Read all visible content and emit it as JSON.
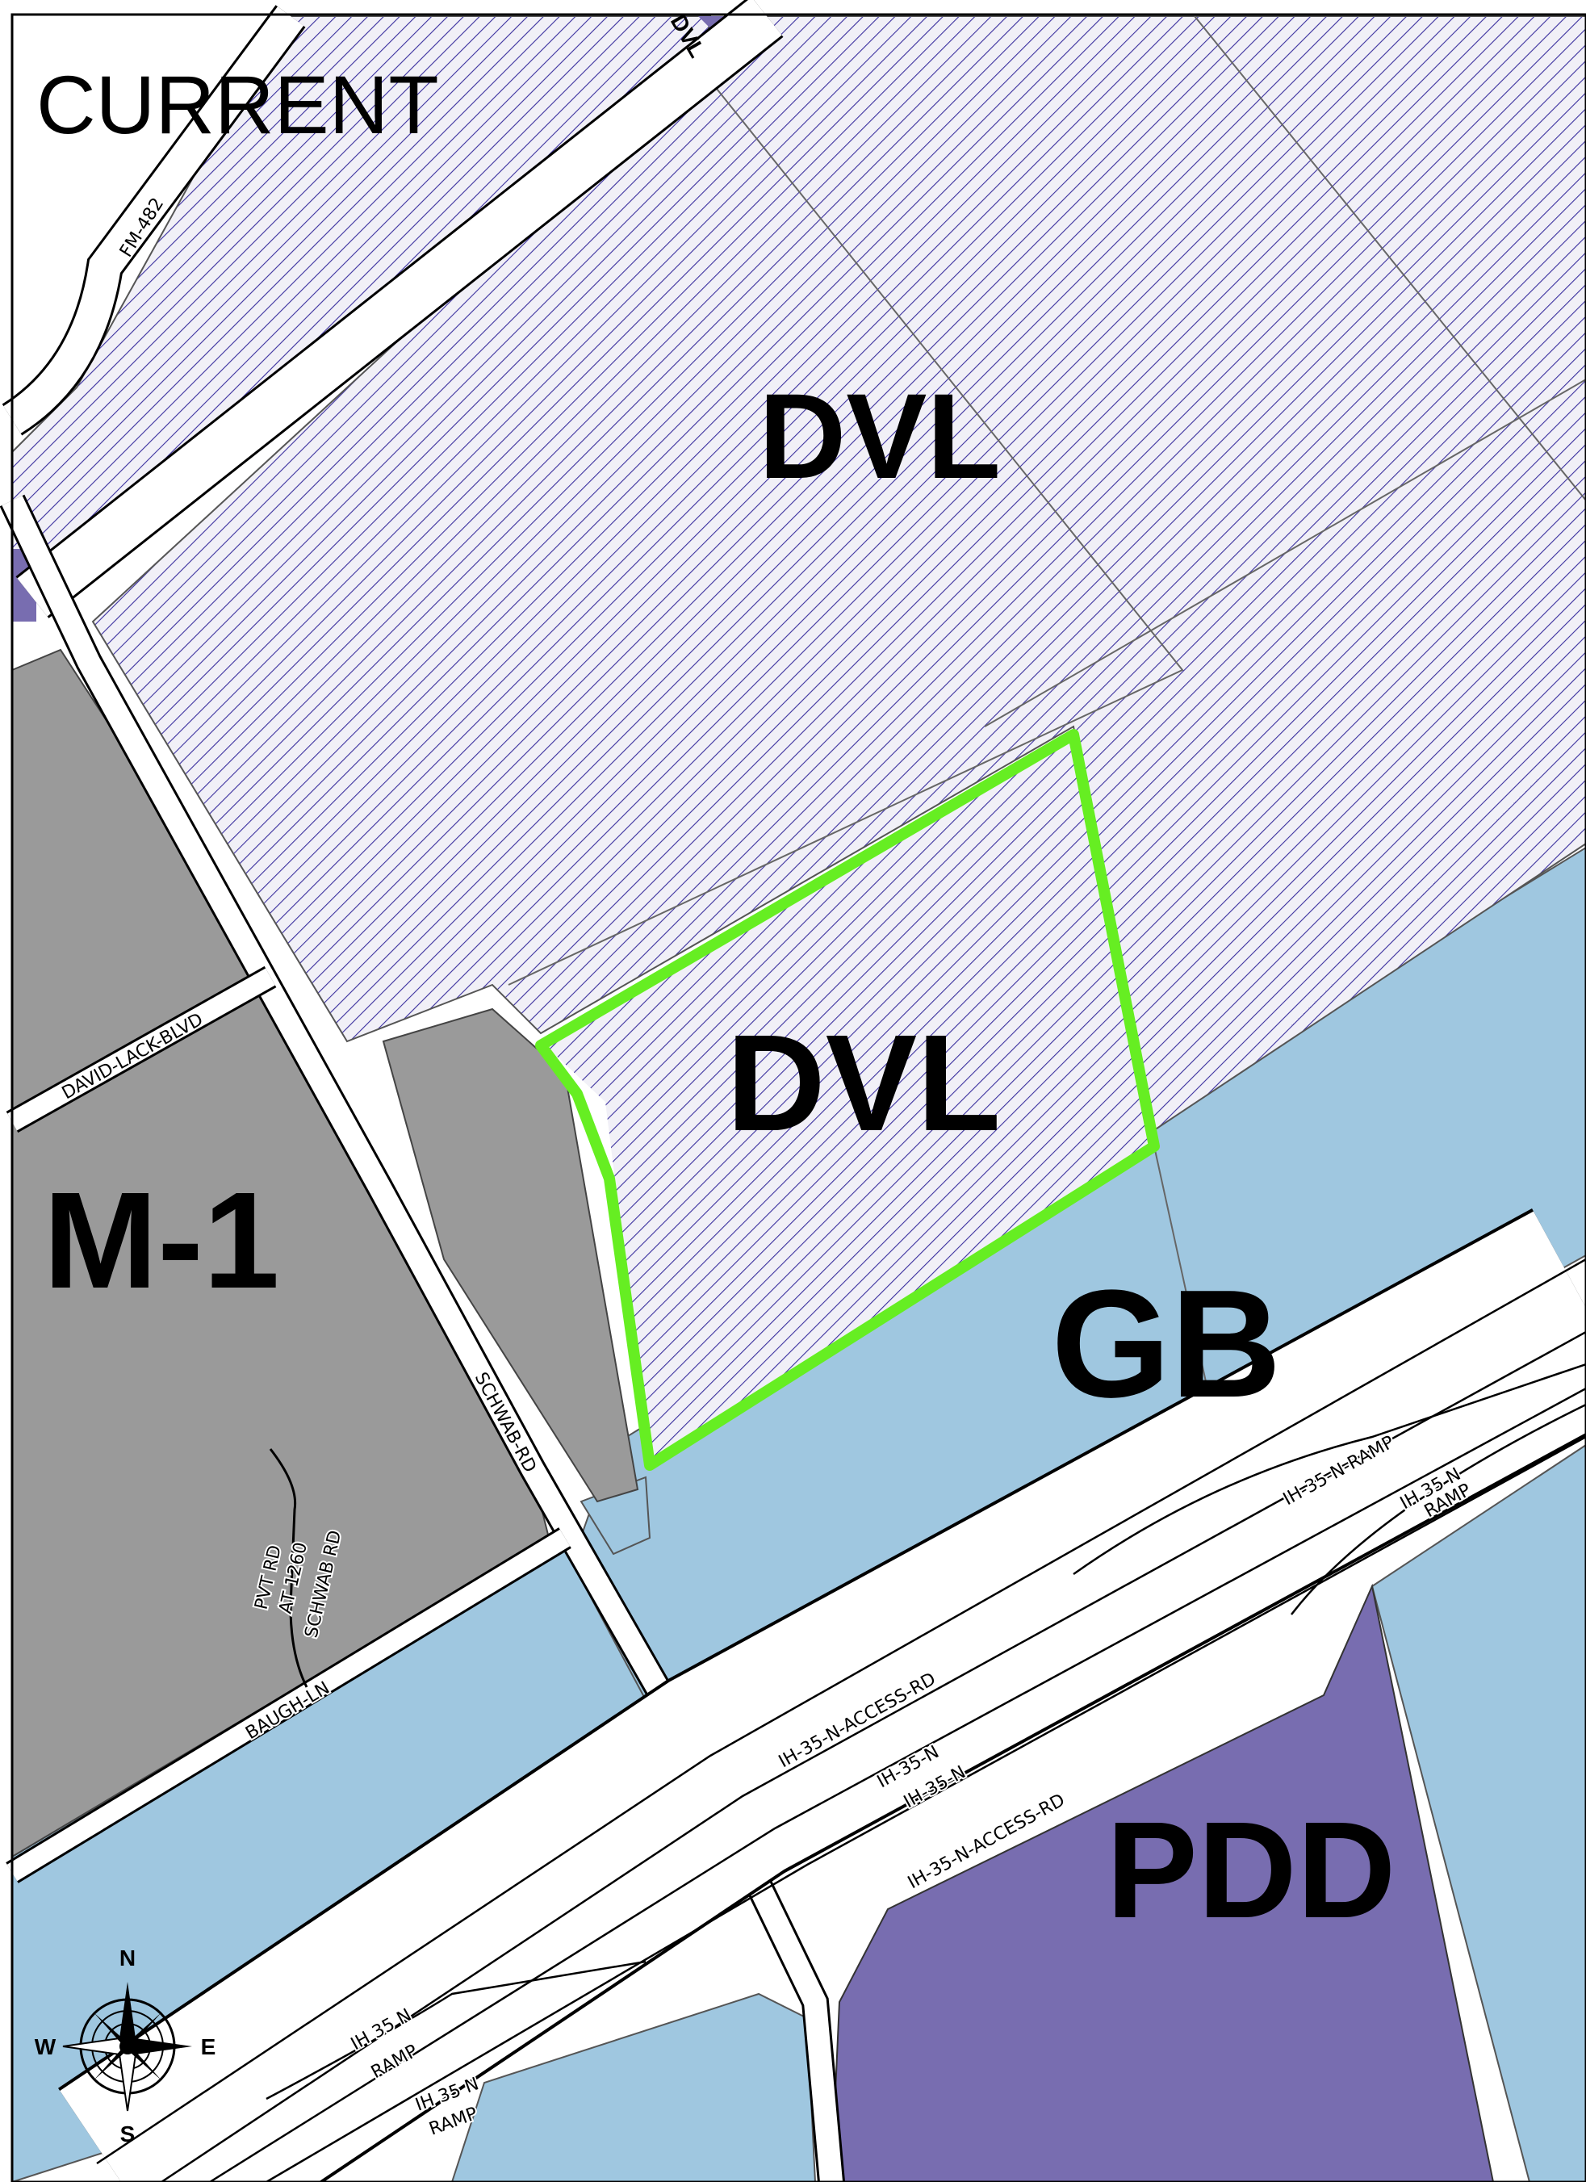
{
  "map": {
    "title": "CURRENT",
    "colors": {
      "dvl_hatch": "#3a2f9e",
      "dvl_bg": "#f1f0f7",
      "m1": "#9a9a9a",
      "gb": "#9fc7e0",
      "pdd": "#786db0",
      "highlight": "#66ee22",
      "road": "#ffffff"
    },
    "zones": {
      "dvl_top": "DVL",
      "dvl_subject": "DVL",
      "dvl_corner": "DVL",
      "m1": "M-1",
      "gb": "GB",
      "pdd": "PDD"
    },
    "roads": {
      "fm482": "FM-482",
      "david_lack": "DAVID-LACK-BLVD",
      "schwab": "SCHWAB-RD",
      "pvt_1": "PVT RD",
      "pvt_2": "AT 1260",
      "pvt_3": "SCHWAB RD",
      "baugh": "BAUGH-LN",
      "access_rd_1": "IH-35-N-ACCESS-RD",
      "ih35_1": "IH-35-N",
      "ih35_2": "IH-35-N",
      "access_rd_2": "IH-35-N-ACCESS-RD",
      "ramp_label": "IH-35-N-RAMP",
      "ramp_a1": "IH 35 N",
      "ramp_a2": "RAMP",
      "ramp_b1": "IH 35 N",
      "ramp_b2": "RAMP",
      "ramp_c1": "IH 35 N",
      "ramp_c2": "RAMP"
    },
    "compass": {
      "north": "N",
      "south": "S",
      "east": "E",
      "west": "W"
    }
  }
}
